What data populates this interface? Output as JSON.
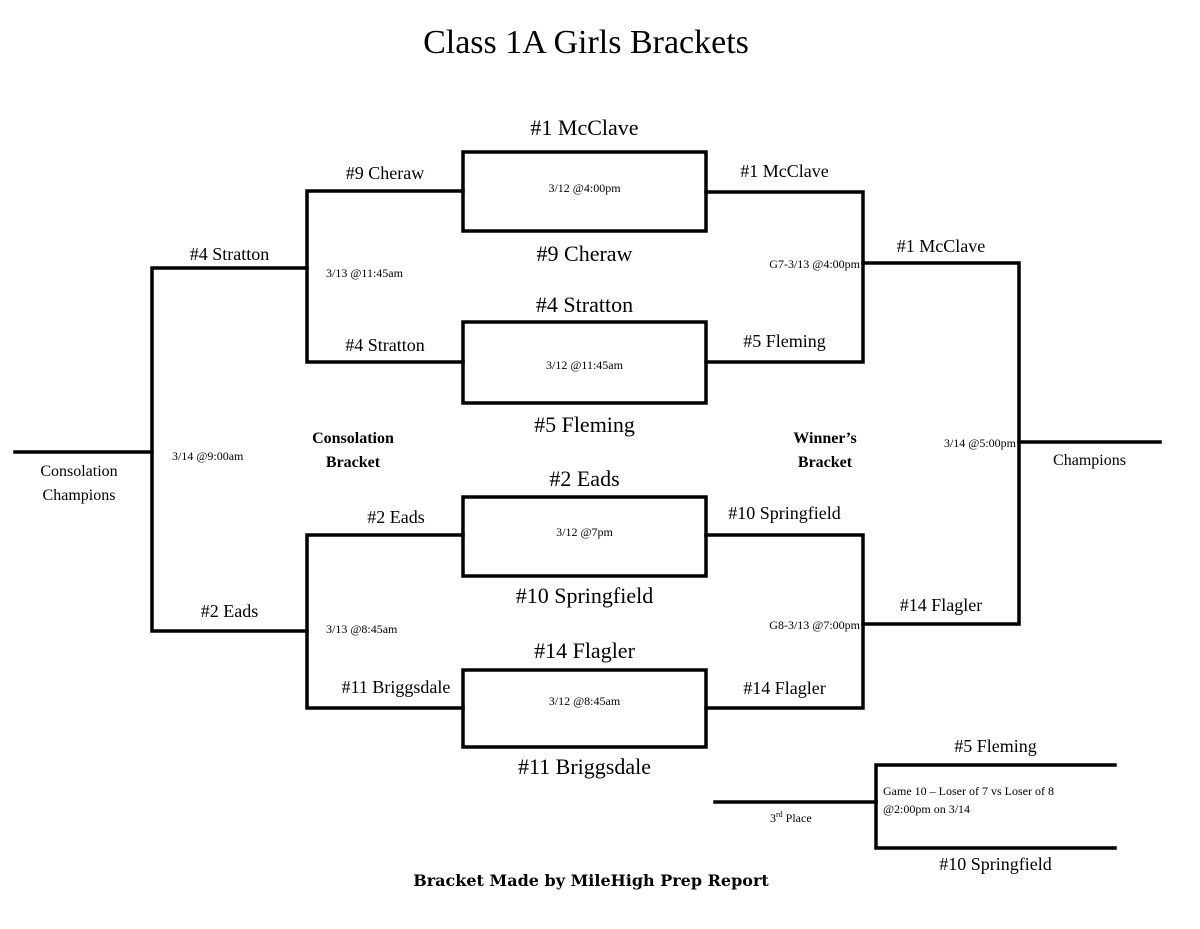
{
  "title": "Class 1A Girls Brackets",
  "credit": "Bracket Made by MileHigh Prep Report",
  "colors": {
    "line": "#000000",
    "background": "#ffffff",
    "text": "#000000"
  },
  "first_round": [
    {
      "top": "#1 McClave",
      "bottom": "#9 Cheraw",
      "time": "3/12 @4:00pm"
    },
    {
      "top": "#4 Stratton",
      "bottom": "#5 Fleming",
      "time": "3/12 @11:45am"
    },
    {
      "top": "#2 Eads",
      "bottom": "#10 Springfield",
      "time": "3/12 @7pm"
    },
    {
      "top": "#14 Flagler",
      "bottom": "#11 Briggsdale",
      "time": "3/12 @8:45am"
    }
  ],
  "winners": {
    "label_line1": "Winner’s",
    "label_line2": "Bracket",
    "semifinals": [
      {
        "top": "#1 McClave",
        "bottom": "#5 Fleming",
        "time": "G7-3/13 @4:00pm"
      },
      {
        "top": "#10 Springfield",
        "bottom": "#14 Flagler",
        "time": "G8-3/13 @7:00pm"
      }
    ],
    "final": {
      "top": "#1 McClave",
      "bottom": "#14 Flagler",
      "time": "3/14 @5:00pm"
    },
    "champion_label": "Champions"
  },
  "consolation": {
    "label_line1": "Consolation",
    "label_line2": "Bracket",
    "semifinals": [
      {
        "top": "#9 Cheraw",
        "bottom": "#4 Stratton",
        "time": "3/13 @11:45am"
      },
      {
        "top": "#2 Eads",
        "bottom": "#11 Briggsdale",
        "time": "3/13 @8:45am"
      }
    ],
    "final": {
      "top": "#4 Stratton",
      "bottom": "#2 Eads",
      "time": "3/14 @9:00am"
    },
    "champion_label_line1": "Consolation",
    "champion_label_line2": "Champions"
  },
  "third_place": {
    "top": "#5 Fleming",
    "bottom": "#10 Springfield",
    "game_line1": "Game 10 – Loser of 7 vs Loser of 8",
    "game_line2": "@2:00pm on 3/14",
    "label_main": "3",
    "label_sup": "rd",
    "label_rest": " Place"
  }
}
